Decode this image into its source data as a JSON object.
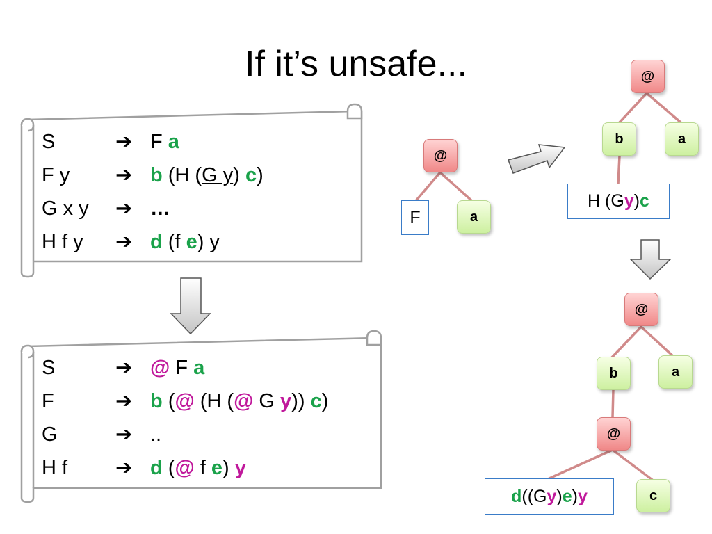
{
  "slide": {
    "title": "If it’s unsafe...",
    "arrow_symbol": "➔",
    "grammar_top": {
      "rows": [
        {
          "lhs": "S",
          "rhs": {
            "p1": "F ",
            "a": "a"
          }
        },
        {
          "lhs": "F y",
          "rhs": {
            "b": "b",
            "t1": " (H (",
            "gy": "G y",
            "t2": ") ",
            "c": "c",
            "t3": ")"
          }
        },
        {
          "lhs": "G x y",
          "rhs": {
            "dots": "…"
          }
        },
        {
          "lhs": "H f y",
          "rhs": {
            "d": "d",
            "t1": " (f ",
            "e": "e",
            "t2": ") y"
          }
        }
      ]
    },
    "grammar_bottom": {
      "rows": [
        {
          "lhs": "S",
          "rhs": {
            "at": "@",
            "t1": " F ",
            "a": "a"
          }
        },
        {
          "lhs": "F",
          "rhs": {
            "b": "b",
            "t1": " (",
            "at1": "@",
            "t2": " (H (",
            "at2": "@",
            "t3": " G ",
            "y": "y",
            "t4": ")) ",
            "c": "c",
            "t5": ")"
          }
        },
        {
          "lhs": "G",
          "rhs": {
            "dots": ".."
          }
        },
        {
          "lhs": "H f",
          "rhs": {
            "d": "d",
            "t1": " (",
            "at": "@",
            "t2": " f ",
            "e": "e",
            "t3": ") ",
            "y": "y"
          }
        }
      ]
    },
    "tree1": {
      "root": "@",
      "left_box": "F",
      "right": "a"
    },
    "tree2": {
      "root": "@",
      "left": "b",
      "right": "a",
      "box": {
        "t1": "H (G ",
        "y": "y",
        "t2": ") ",
        "c": "c"
      }
    },
    "tree3": {
      "root": "@",
      "left": "b",
      "right": "a",
      "inner": "@",
      "inner_right": "c",
      "box": {
        "d": "d",
        "t1": " ((G ",
        "y": "y",
        "t2": ") ",
        "e": "e",
        "t3": ") ",
        "y2": "y"
      }
    }
  }
}
